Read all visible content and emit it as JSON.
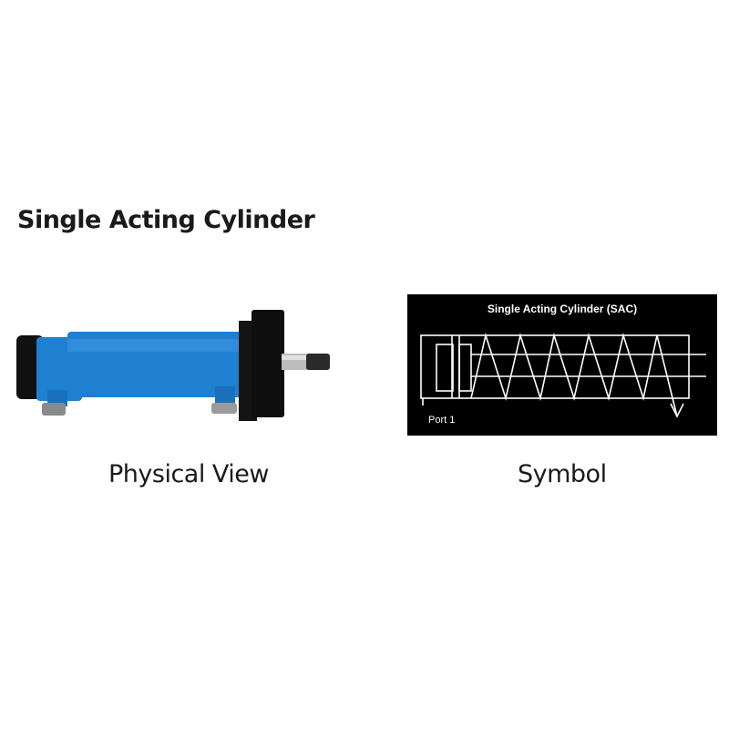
{
  "title": "Single Acting Cylinder",
  "physical": {
    "caption": "Physical View",
    "colors": {
      "body": "#1e7fd0",
      "mount": "#111111",
      "rod": "#b8b8b8"
    }
  },
  "symbol": {
    "caption": "Symbol",
    "heading": "Single Acting Cylinder (SAC)",
    "port_label": "Port 1",
    "colors": {
      "background": "#000000",
      "lines": "#ffffff"
    }
  }
}
